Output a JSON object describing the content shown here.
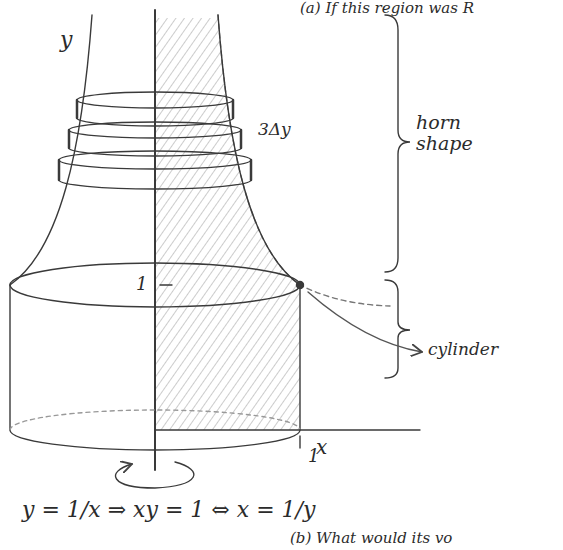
{
  "diagram": {
    "labels": [
      "(a) If this region was R",
      "y",
      "3Δy",
      "horn shape",
      "cylinder",
      "x",
      "1",
      "1",
      "y = 1/x ⇒ xy = 1 ⇔ x = 1/y",
      "(b) What would its vo"
    ]
  }
}
